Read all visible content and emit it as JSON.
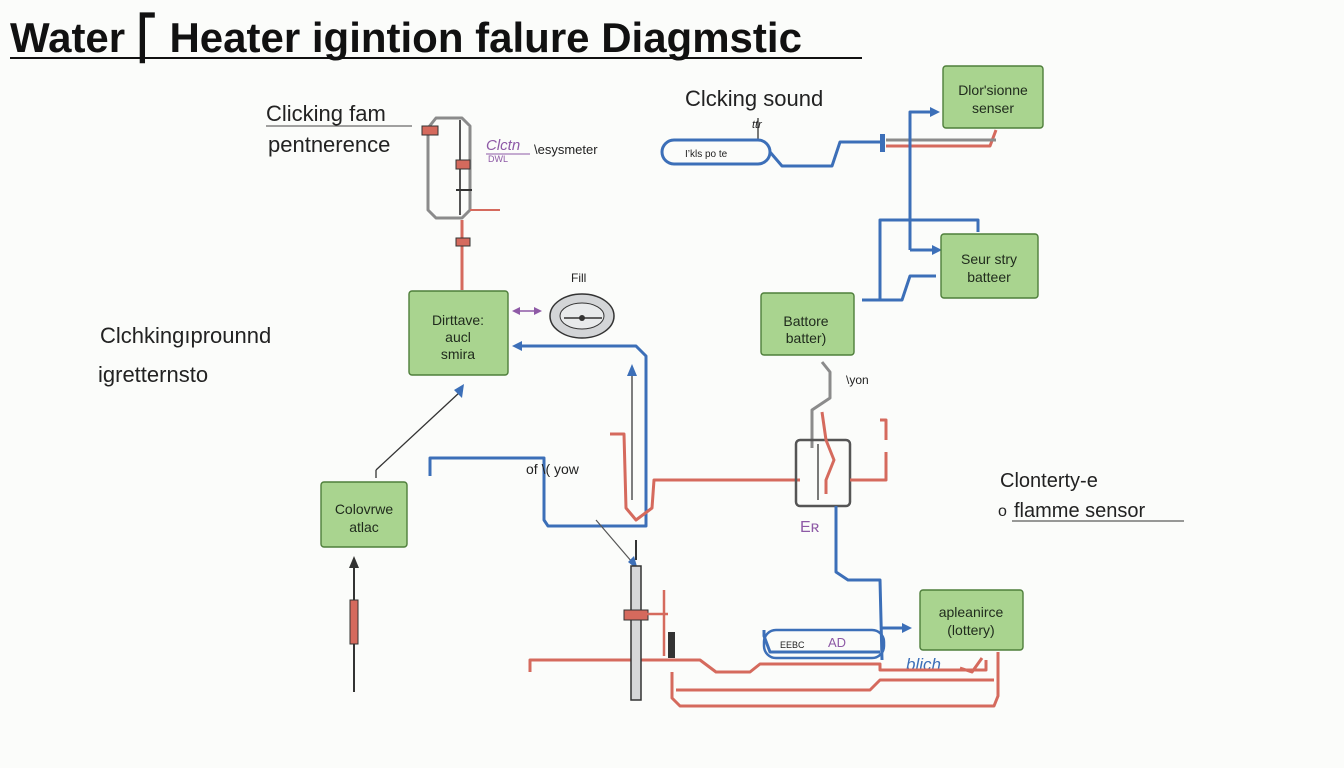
{
  "title": "Water ⎡ Heater igintion falure Diagmstic",
  "labels": {
    "clicking_fam_1": "Clicking fam",
    "clicking_fam_2": "pentnerence",
    "clctn": "Clctn",
    "dwl": "DWL",
    "yesysmeter": "\\esysmeter",
    "clicking_sound": "Clcking sound",
    "tube_text": "I’kls po te",
    "ttr": "ttr",
    "fill": "Fill",
    "clchking_1": "Clchkingıprounnd",
    "clchking_2": "igretternsto",
    "of_yow": "of \\( yow",
    "von": "\\yon",
    "er": "Eʀ",
    "flame_1": "Clonterty-e",
    "flame_prefix": "o",
    "flame_2": "flamme sensor",
    "ad": "AD",
    "eebc": "EEBC",
    "blich": "blich"
  },
  "boxes": {
    "dlor_1": "Dlor'sionne",
    "dlor_2": "senser",
    "seur_1": "Seur stry",
    "seur_2": "batteer",
    "battore_1": "Battore",
    "battore_2": "batter)",
    "dirtt_1": "Dirttave:",
    "dirtt_2": "aucl",
    "dirtt_3": "smira",
    "colovrwe_1": "Colovrwe",
    "colovrwe_2": "atlac",
    "apleanirce_1": "apleanirce",
    "apleanirce_2": "(lottery)"
  },
  "colors": {
    "box_fill": "#a9d48f",
    "box_border": "#4e7e3a",
    "pipe_blue": "#3c6fb8",
    "pipe_red": "#d56a5d",
    "pipe_gray": "#8b8b8b",
    "accent_purple": "#8e5aa6"
  }
}
